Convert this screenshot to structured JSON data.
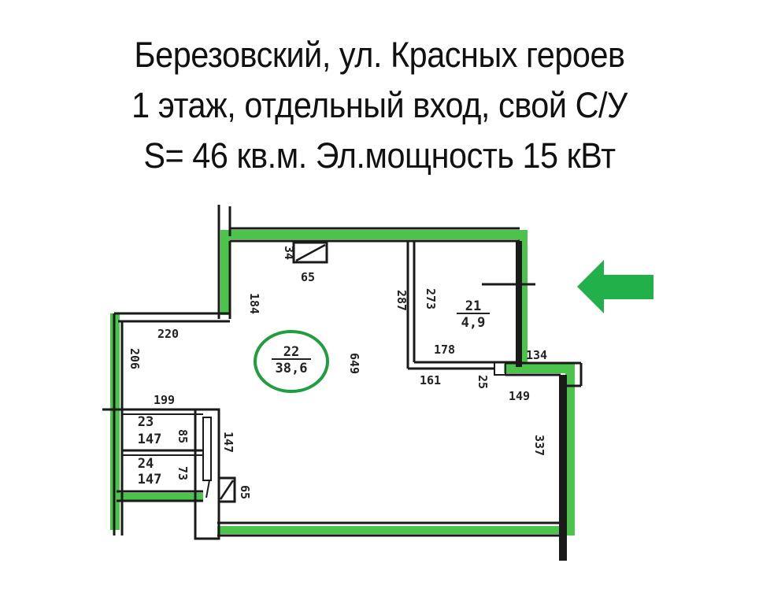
{
  "header": {
    "line1": "Березовский, ул. Красных героев",
    "line2": "1 этаж,  отдельный вход,  свой С/У",
    "line3": "S= 46 кв.м. Эл.мощность 15 кВт"
  },
  "colors": {
    "wall": "#1a1a1a",
    "highlight_green": "#4cc44c",
    "arrow_green": "#22b04b",
    "circle_green": "#1f9e3f"
  },
  "rooms": [
    {
      "number": "22",
      "area": "38,6",
      "highlighted": true
    },
    {
      "number": "21",
      "area": "4,9"
    },
    {
      "number": "23",
      "area": "147"
    },
    {
      "number": "24",
      "area": "147"
    }
  ],
  "dimensions": {
    "d184": "184",
    "d34": "34",
    "d65_top": "65",
    "d287": "287",
    "d273": "273",
    "d220": "220",
    "d206": "206",
    "d649": "649",
    "d178": "178",
    "d134": "134",
    "d161": "161",
    "d25": "25",
    "d149": "149",
    "d199": "199",
    "d85": "85",
    "d73": "73",
    "d147": "147",
    "d65_bottom": "65",
    "d337": "337"
  },
  "entrance_arrow": {
    "icon": "arrow-left-icon",
    "direction": "left"
  }
}
